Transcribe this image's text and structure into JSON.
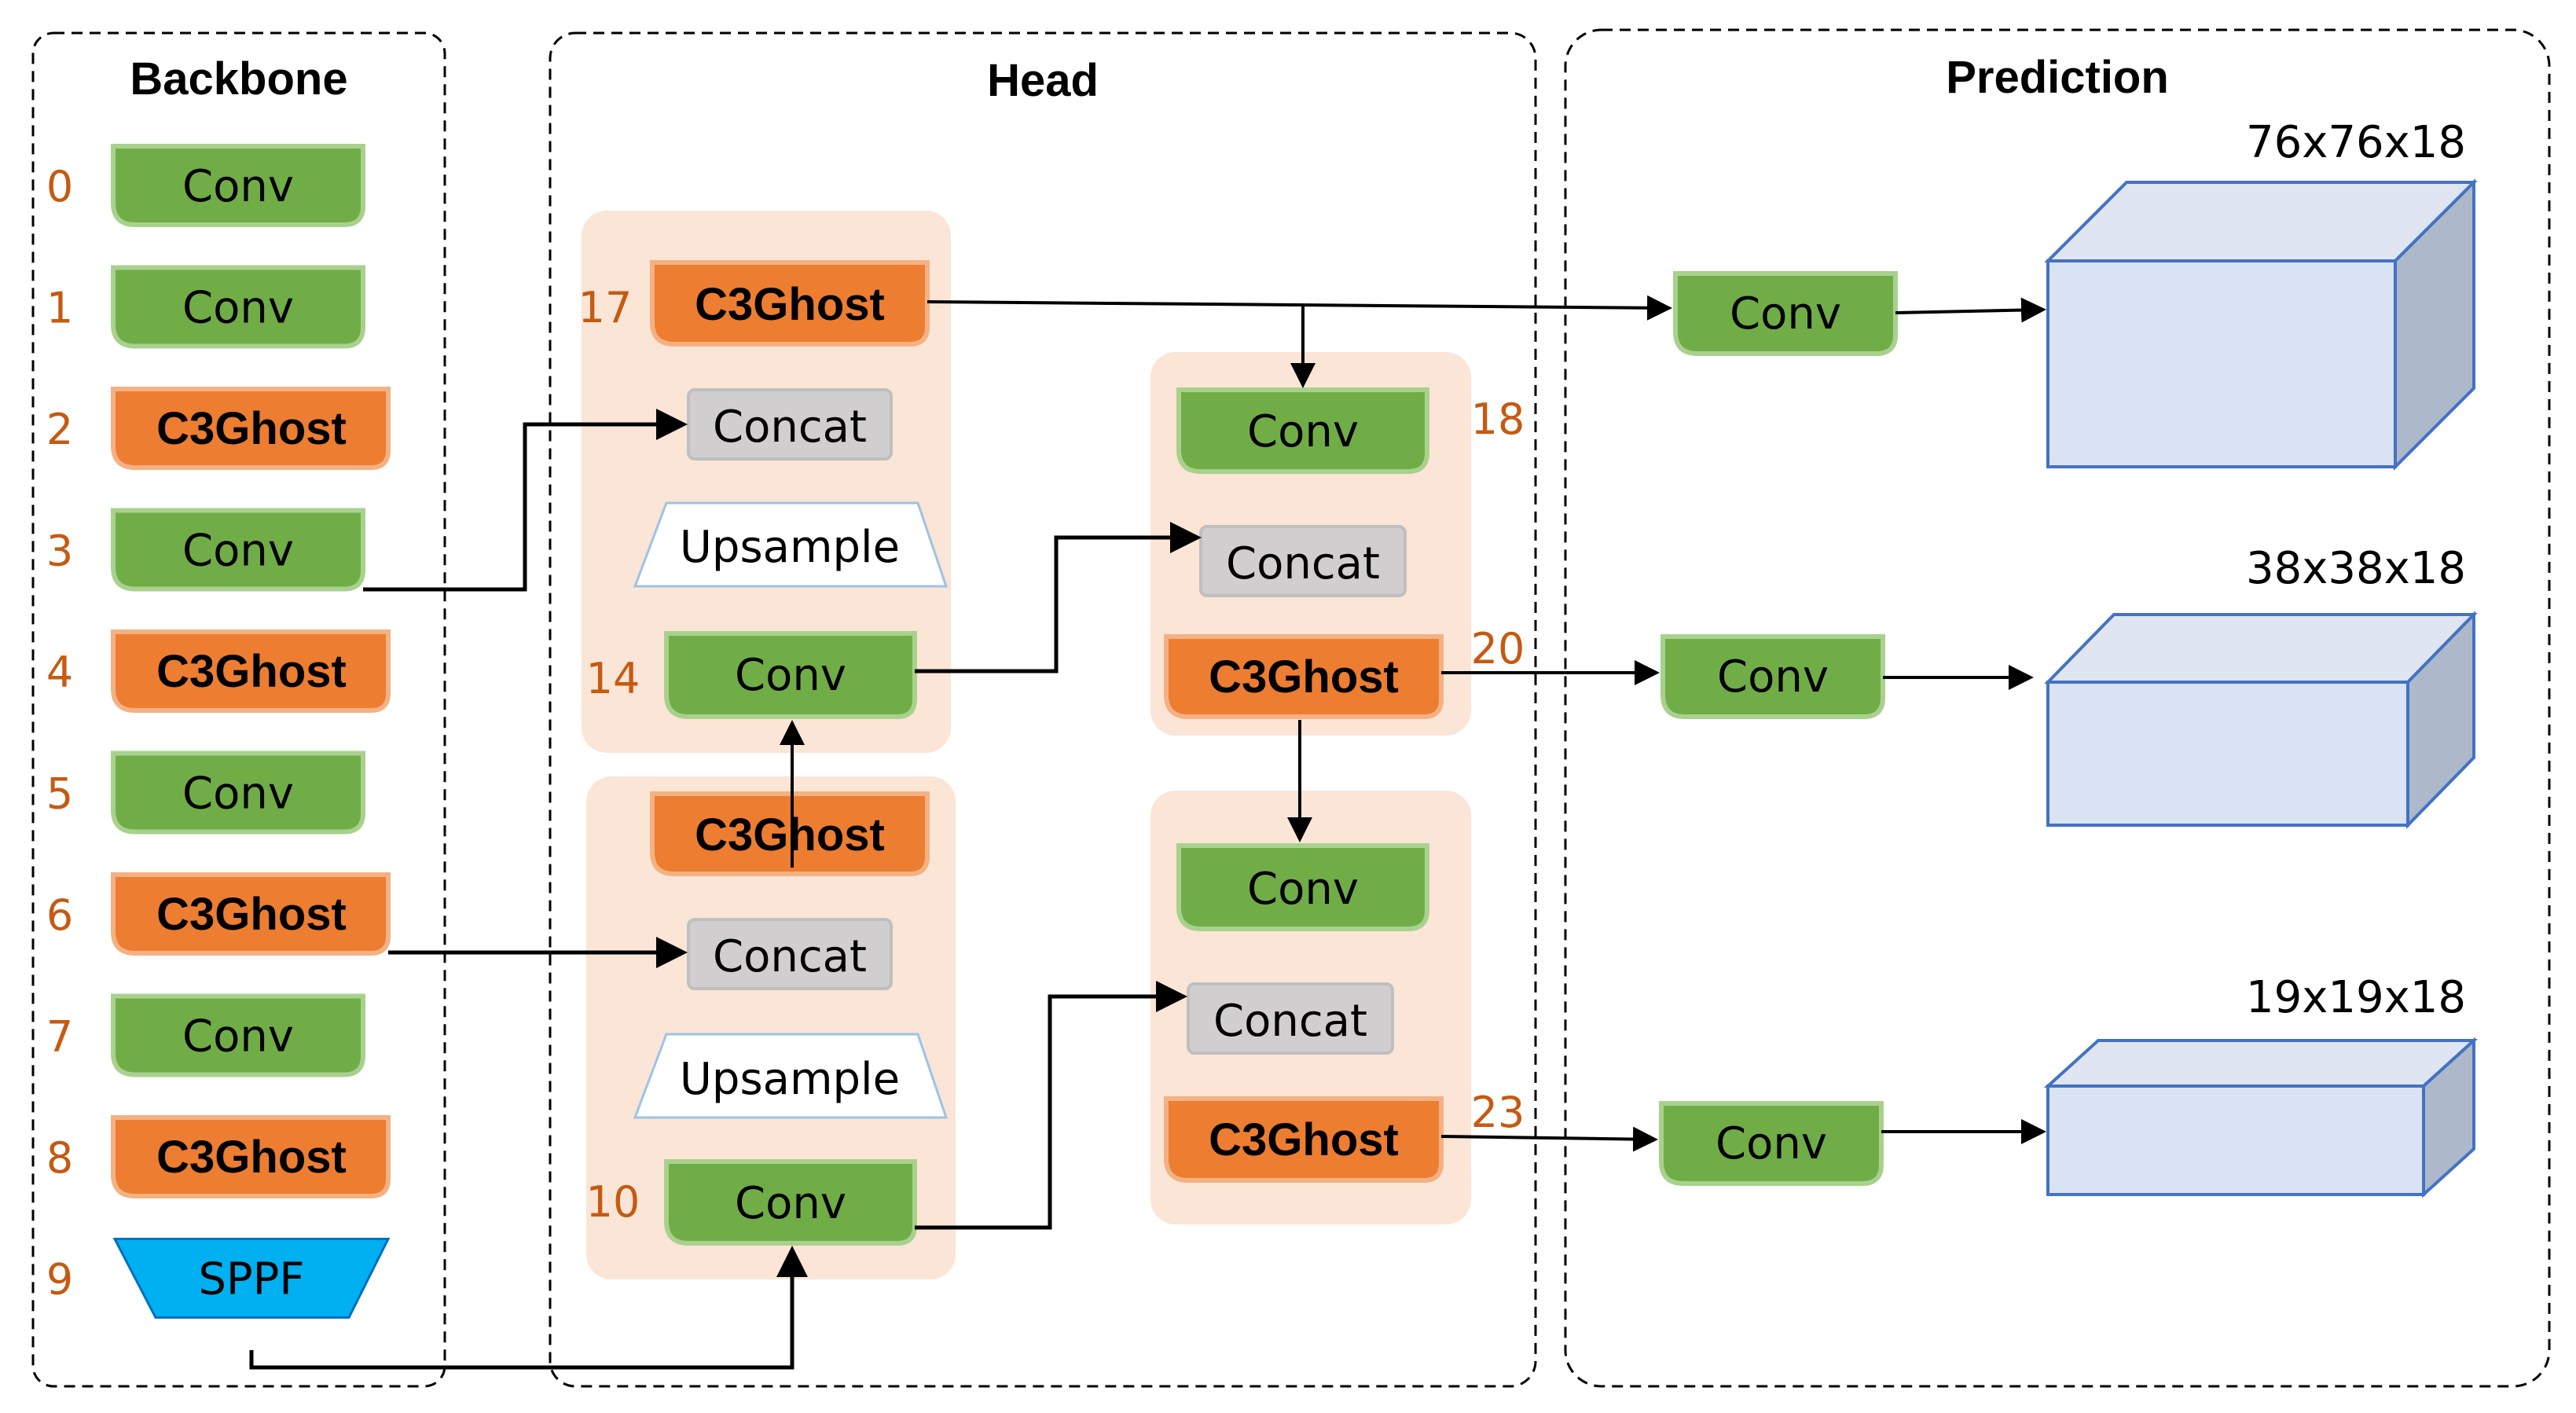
{
  "sections": {
    "backbone": "Backbone",
    "head": "Head",
    "prediction": "Prediction"
  },
  "backbone_layers": [
    {
      "index": "0",
      "label": "Conv",
      "kind": "conv"
    },
    {
      "index": "1",
      "label": "Conv",
      "kind": "conv"
    },
    {
      "index": "2",
      "label": "C3Ghost",
      "kind": "c3ghost"
    },
    {
      "index": "3",
      "label": "Conv",
      "kind": "conv"
    },
    {
      "index": "4",
      "label": "C3Ghost",
      "kind": "c3ghost"
    },
    {
      "index": "5",
      "label": "Conv",
      "kind": "conv"
    },
    {
      "index": "6",
      "label": "C3Ghost",
      "kind": "c3ghost"
    },
    {
      "index": "7",
      "label": "Conv",
      "kind": "conv"
    },
    {
      "index": "8",
      "label": "C3Ghost",
      "kind": "c3ghost"
    },
    {
      "index": "9",
      "label": "SPPF",
      "kind": "sppf"
    }
  ],
  "head": {
    "upper_left": {
      "num_c3": "17",
      "c3": "C3Ghost",
      "concat": "Concat",
      "upsample": "Upsample",
      "num_conv": "14",
      "conv": "Conv"
    },
    "lower_left": {
      "c3": "C3Ghost",
      "concat": "Concat",
      "upsample": "Upsample",
      "num_conv": "10",
      "conv": "Conv"
    },
    "upper_right": {
      "conv": "Conv",
      "num_conv": "18",
      "concat": "Concat",
      "c3": "C3Ghost",
      "num_c3": "20"
    },
    "lower_right": {
      "conv": "Conv",
      "concat": "Concat",
      "c3": "C3Ghost",
      "num_c3": "23"
    }
  },
  "prediction": [
    {
      "conv": "Conv",
      "dims": "76x76x18"
    },
    {
      "conv": "Conv",
      "dims": "38x38x18"
    },
    {
      "conv": "Conv",
      "dims": "19x19x18"
    }
  ],
  "colors": {
    "conv": "#70ad47",
    "c3ghost": "#ed7d31",
    "concat": "#d0cece",
    "sppf": "#00b0f0",
    "group_background": "#fbe5d6",
    "output_cube": "#dae3f3",
    "index_numbers": "#c55a11"
  }
}
